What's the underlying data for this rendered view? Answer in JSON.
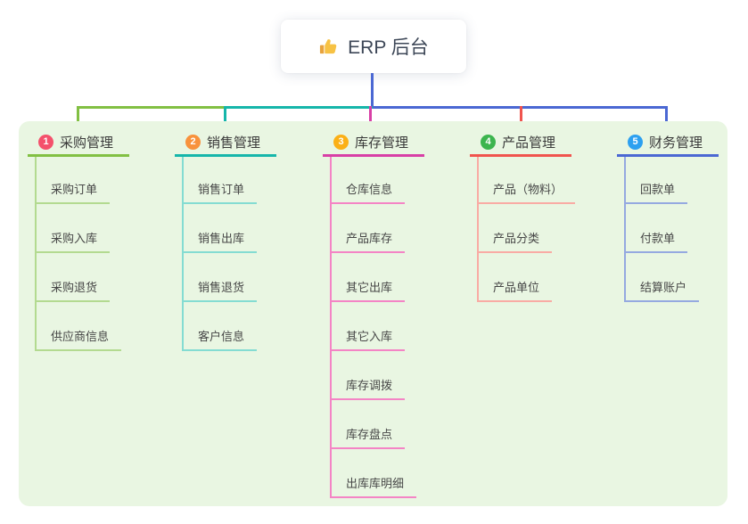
{
  "root": {
    "title": "ERP 后台",
    "icon": "thumbs-up-icon",
    "stem_color": "#4b68d3"
  },
  "panel": {
    "background": "#e9f6e2"
  },
  "branches": [
    {
      "num": "1",
      "title": "采购管理",
      "badge_color": "#f4516c",
      "line": "#82c043",
      "line_light": "#b3da90",
      "children": [
        "采购订单",
        "采购入库",
        "采购退货",
        "供应商信息"
      ]
    },
    {
      "num": "2",
      "title": "销售管理",
      "badge_color": "#f8923c",
      "line": "#16b6aa",
      "line_light": "#84dcd2",
      "children": [
        "销售订单",
        "销售出库",
        "销售退货",
        "客户信息"
      ]
    },
    {
      "num": "3",
      "title": "库存管理",
      "badge_color": "#fbb016",
      "line": "#d83fa6",
      "line_light": "#f484c5",
      "children": [
        "仓库信息",
        "产品库存",
        "其它出库",
        "其它入库",
        "库存调拨",
        "库存盘点",
        "出库库明细"
      ]
    },
    {
      "num": "4",
      "title": "产品管理",
      "badge_color": "#3cb54e",
      "line": "#f0544e",
      "line_light": "#f9aba4",
      "children": [
        "产品（物料）",
        "产品分类",
        "产品单位"
      ]
    },
    {
      "num": "5",
      "title": "财务管理",
      "badge_color": "#2da0f0",
      "line": "#4b68d3",
      "line_light": "#95a9e0",
      "children": [
        "回款单",
        "付款单",
        "结算账户"
      ]
    }
  ]
}
